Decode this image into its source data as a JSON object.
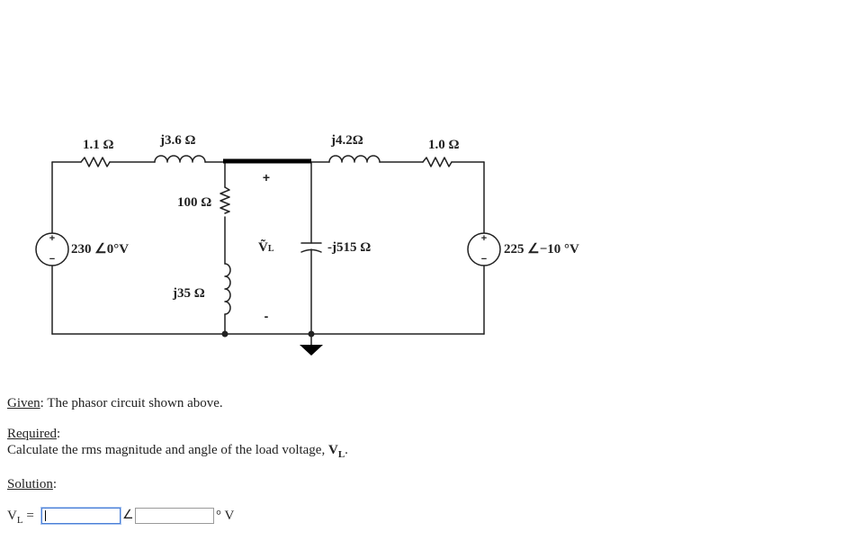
{
  "circuit": {
    "r_left": "1.1 Ω",
    "l_left": "j3.6 Ω",
    "r_shunt": "100 Ω",
    "l_shunt": "j35 Ω",
    "load_voltage_label": "Ṽ",
    "load_voltage_sub": "L",
    "plus_sign": "+",
    "minus_sign": "-",
    "l_right": "j4.2Ω",
    "r_right": "1.0 Ω",
    "cap": "-j515 Ω",
    "source_left": "230 ∠0°V",
    "source_right": "225 ∠−10 °V",
    "source_plus": "+",
    "source_minus": "−"
  },
  "problem": {
    "given_label": "Given",
    "given_text": ": The phasor circuit shown above.",
    "required_label": "Required",
    "required_colon": ":",
    "required_text": "Calculate the rms magnitude and angle of the load voltage, ",
    "required_var": "V",
    "required_sub": "L",
    "required_end": ".",
    "solution_label": "Solution",
    "solution_colon": ":"
  },
  "answer": {
    "var": "V",
    "sub": "L",
    "equals": " =",
    "angle_symbol": "∠",
    "magnitude_value": "",
    "angle_value": "",
    "unit": "° V"
  }
}
